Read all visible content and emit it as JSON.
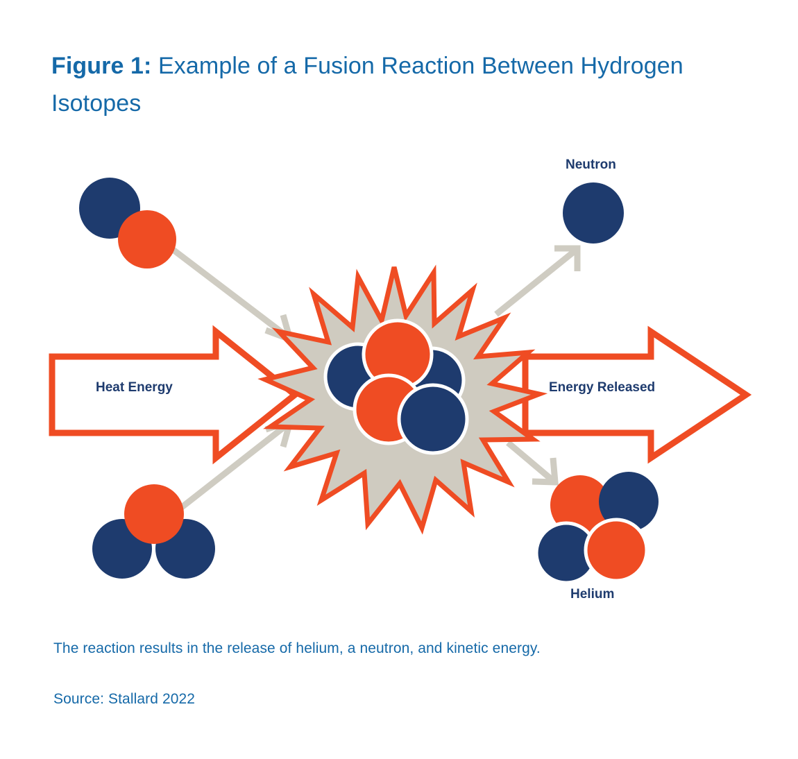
{
  "figure": {
    "label": "Figure 1:",
    "title": "Example of a Fusion Reaction Between Hydrogen Isotopes",
    "caption": "The reaction results in the release of helium, a neutron, and kinetic energy.",
    "source": "Source: Stallard 2022"
  },
  "labels": {
    "neutron": "Neutron",
    "helium": "Helium",
    "heat_energy": "Heat Energy",
    "energy_released": "Energy Released"
  },
  "colors": {
    "title_blue": "#1569A8",
    "navy": "#1E3B6E",
    "orange": "#EF4C23",
    "burst_fill": "#CFCBC0",
    "arrow_gray": "#CFCCC2",
    "white": "#FFFFFF"
  },
  "diagram": {
    "type": "process-diagram",
    "reactants": [
      {
        "name": "deuterium",
        "particles": [
          {
            "kind": "neutron",
            "color": "navy"
          },
          {
            "kind": "proton",
            "color": "orange"
          }
        ]
      },
      {
        "name": "tritium",
        "particles": [
          {
            "kind": "proton",
            "color": "orange"
          },
          {
            "kind": "neutron",
            "color": "navy"
          },
          {
            "kind": "neutron",
            "color": "navy"
          }
        ]
      }
    ],
    "fusion_core": {
      "name": "fusion-burst",
      "particles": [
        {
          "kind": "navy",
          "color": "navy"
        },
        {
          "kind": "orange",
          "color": "orange"
        },
        {
          "kind": "navy",
          "color": "navy"
        },
        {
          "kind": "orange",
          "color": "orange"
        },
        {
          "kind": "navy",
          "color": "navy"
        }
      ],
      "spike_count": 22
    },
    "products": [
      {
        "name": "neutron",
        "particles": [
          {
            "kind": "neutron",
            "color": "navy"
          }
        ]
      },
      {
        "name": "helium",
        "particles": [
          {
            "kind": "proton",
            "color": "orange"
          },
          {
            "kind": "neutron",
            "color": "navy"
          },
          {
            "kind": "neutron",
            "color": "navy"
          },
          {
            "kind": "proton",
            "color": "orange"
          }
        ]
      }
    ],
    "flows": [
      {
        "from": "deuterium",
        "to": "fusion-burst",
        "style": "gray-arrow"
      },
      {
        "from": "tritium",
        "to": "fusion-burst",
        "style": "gray-arrow"
      },
      {
        "from": "fusion-burst",
        "to": "neutron",
        "style": "gray-arrow"
      },
      {
        "from": "fusion-burst",
        "to": "helium",
        "style": "gray-arrow"
      },
      {
        "from": "input",
        "to": "fusion-burst",
        "style": "orange-block-arrow",
        "label": "Heat Energy"
      },
      {
        "from": "fusion-burst",
        "to": "output",
        "style": "orange-block-arrow",
        "label": "Energy Released"
      }
    ]
  }
}
